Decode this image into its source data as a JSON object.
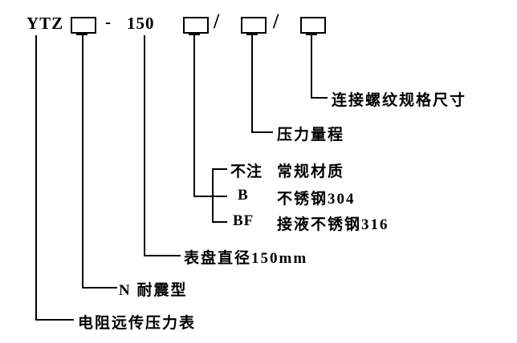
{
  "diagram": {
    "model_row": {
      "prefix": "YTZ",
      "dash": "-",
      "dial_code": "150",
      "slash1": "/",
      "slash2": "/"
    },
    "callouts": {
      "thread_spec": "连接螺纹规格尺寸",
      "pressure_range": "压力量程",
      "material_options": [
        {
          "code": "不注",
          "desc": "常规材质"
        },
        {
          "code": "B",
          "desc": "不锈钢304"
        },
        {
          "code": "BF",
          "desc": "接液不锈钢316"
        }
      ],
      "dial_diameter": "表盘直径150mm",
      "shock_type": "N 耐震型",
      "base_name": "电阻远传压力表"
    }
  }
}
